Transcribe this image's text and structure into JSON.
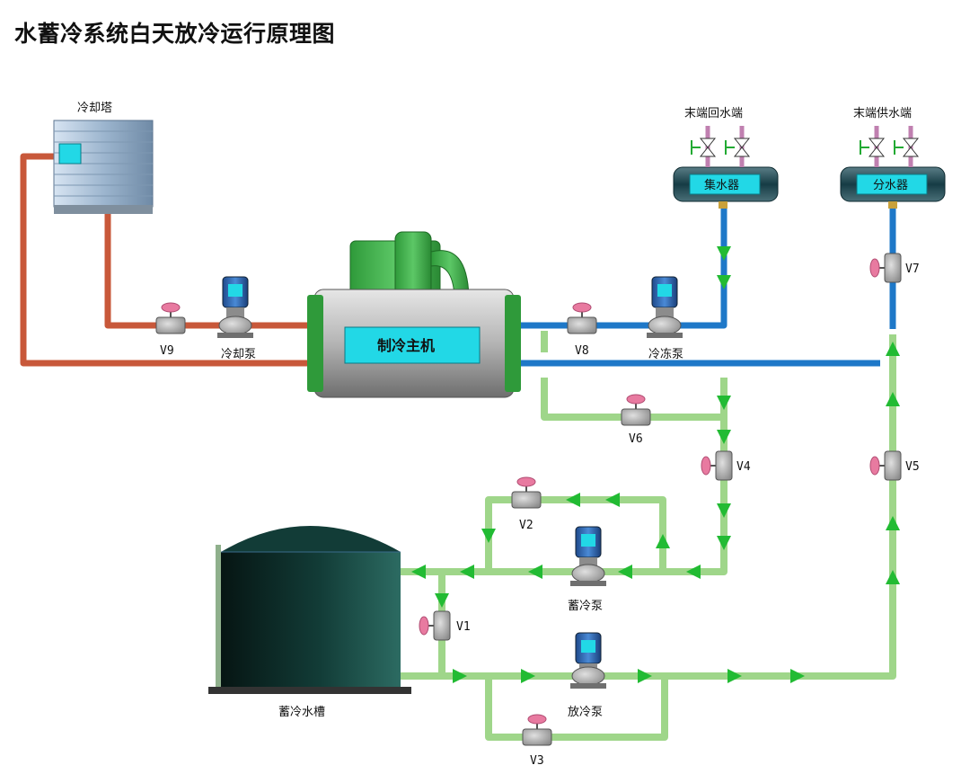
{
  "title": "水蓄冷系统白天放冷运行原理图",
  "colors": {
    "cooling_water_pipe": "#c8583a",
    "chilled_water_pipe": "#1e78c8",
    "storage_pipe": "#9fd68a",
    "flow_arrow": "#22bb33",
    "equipment_panel": "#22d8e6",
    "valve_handle": "#e87aa0"
  },
  "components": {
    "cooling_tower": "冷却塔",
    "chiller": "制冷主机",
    "cooling_pump": "冷却泵",
    "chilled_pump": "冷冻泵",
    "return_header_label": "末端回水端",
    "supply_header_label": "末端供水端",
    "return_header": "集水器",
    "supply_header": "分水器",
    "storage_pump": "蓄冷泵",
    "discharge_pump": "放冷泵",
    "storage_tank": "蓄冷水槽"
  },
  "valves": {
    "v1": "V1",
    "v2": "V2",
    "v3": "V3",
    "v4": "V4",
    "v5": "V5",
    "v6": "V6",
    "v7": "V7",
    "v8": "V8",
    "v9": "V9"
  }
}
